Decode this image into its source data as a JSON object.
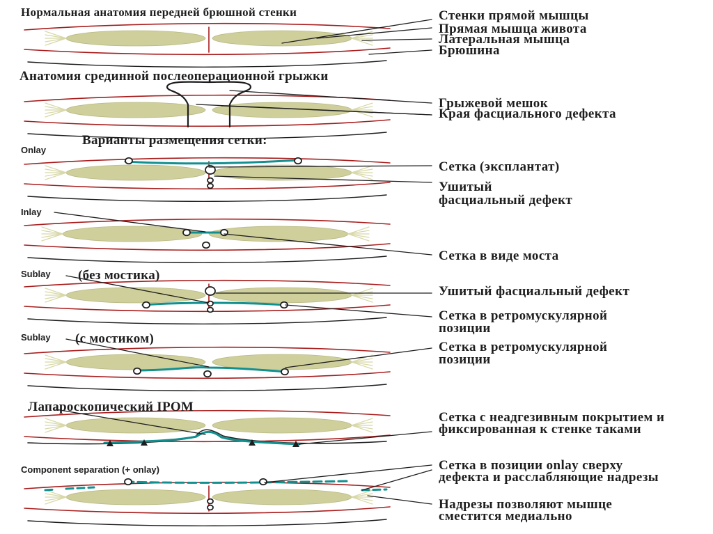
{
  "sections": [
    {
      "title": "Нормальная анатомия передней брюшной стенки"
    },
    {
      "title": "Анатомия срединной послеоперационной грыжки"
    },
    {
      "title": "Варианты размещения сетки:"
    },
    {
      "title": "Onlay"
    },
    {
      "title": "Inlay"
    },
    {
      "title": "Sublay",
      "note": "(без мостика)"
    },
    {
      "title": "Sublay",
      "note": "(с мостиком)"
    },
    {
      "title": "Лапароскопический IPOM"
    },
    {
      "title": "Component separation (+ onlay)"
    }
  ],
  "labels": [
    "Стенки прямой мышцы",
    "Прямая мышца живота",
    "Латеральная мышца",
    "Брюшина",
    "Грыжевой мешок",
    "Края фасциального дефекта",
    "Сетка (эксплантат)",
    "Ушитый фасциальный дефект",
    "Сетка в виде моста",
    "Ушитый фасциальный дефект",
    "Сетка в ретромускулярной позиции",
    "Сетка в ретромускулярной позиции",
    "Сетка с неадгезивным покрытием и фиксированная к стенке таками",
    "Сетка в позиции onlay сверху дефекта и расслабляющие надрезы",
    "Надрезы позволяют мышце сместится медиально"
  ],
  "colors": {
    "muscle": "#cfcf9c",
    "fascia": "#a81c1c",
    "mesh": "#128f8f",
    "line": "#1e1e1e"
  }
}
